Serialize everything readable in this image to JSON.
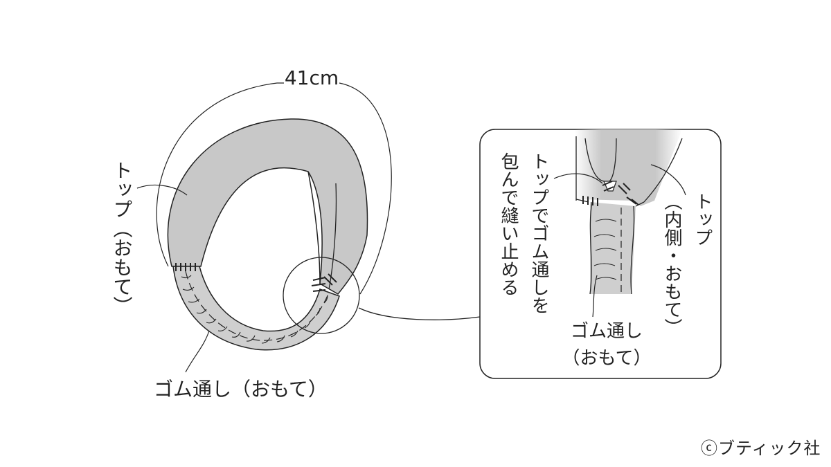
{
  "diagram": {
    "measure_label": "41cm",
    "left_top_label": "トップ（おもて）",
    "left_gom_label": "ゴム通し（おもて）",
    "detail_sew_label_1": "トップでゴム通しを",
    "detail_sew_label_2": "包んで縫い止める",
    "detail_top_label_1": "トップ",
    "detail_top_label_2": "（内側・おもて）",
    "detail_gom_label_1": "ゴム通し",
    "detail_gom_label_2": "（おもて）"
  },
  "footer": {
    "copyright": "ⓒブティック社"
  },
  "colors": {
    "fabric_gray": "#c8c8c8",
    "line": "#222222",
    "background": "#ffffff"
  }
}
